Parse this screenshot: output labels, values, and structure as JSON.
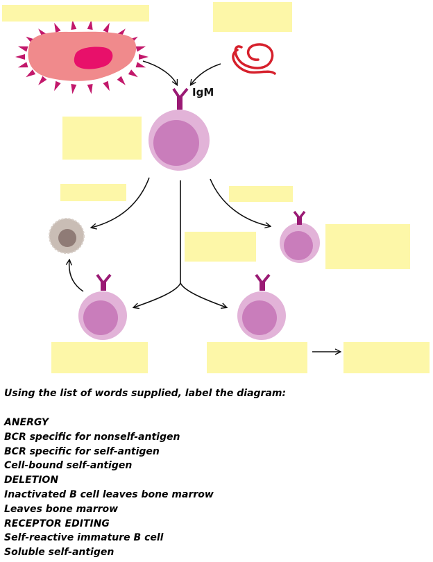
{
  "diagram": {
    "receptor_label": "IgM",
    "colors": {
      "label_box": "#fdf7a8",
      "cell_outer": "#e2b3d8",
      "cell_nucleus": "#c97dbb",
      "receptor": "#9a1a74",
      "self_cell": "#f08a8c",
      "self_cell_nucleus": "#e8106a",
      "soluble_antigen": "#d6202c",
      "dead_cell": "#c9bdb5",
      "dead_cell_nucleus": "#8f7b76"
    }
  },
  "instructions": {
    "prompt": "Using the list of words supplied, label the diagram:",
    "word_list": [
      "ANERGY",
      "BCR specific for nonself-antigen",
      "BCR specific for self-antigen",
      "Cell-bound self-antigen",
      "DELETION",
      "Inactivated B cell leaves bone marrow",
      "Leaves bone marrow",
      "RECEPTOR EDITING",
      "Self-reactive immature B cell",
      "Soluble self-antigen"
    ]
  }
}
